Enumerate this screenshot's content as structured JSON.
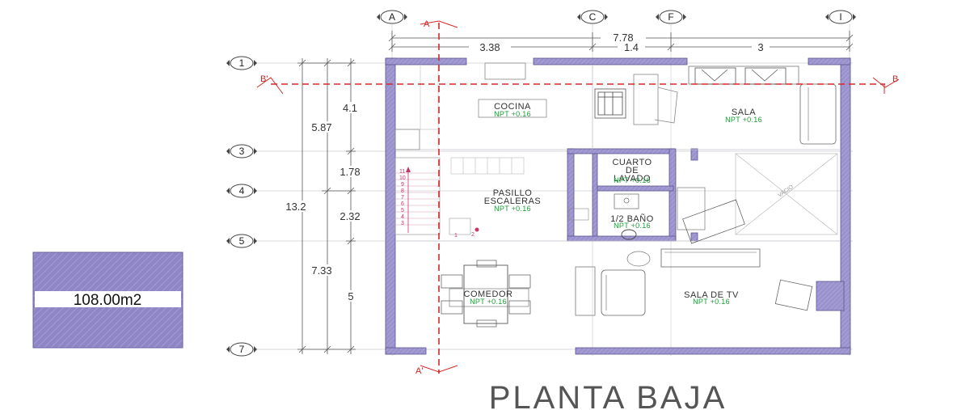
{
  "title": "PLANTA BAJA",
  "area_label": "108.00m2",
  "grid_cols": [
    "A",
    "C",
    "F",
    "I"
  ],
  "grid_rows": [
    "1",
    "3",
    "4",
    "5",
    "7"
  ],
  "top_dims": {
    "total": "7.78",
    "seg1": "3.38",
    "seg2": "1.4",
    "seg3": "3"
  },
  "left_dims": {
    "overall": "13.2",
    "mid_a": "5.87",
    "mid_b": "7.33",
    "d1": "4.1",
    "d2": "1.78",
    "d3": "2.32",
    "d4": "5"
  },
  "cut_labels": {
    "a_top": "A",
    "a_bottom": "A'",
    "b_left": "B'",
    "b_right": "B"
  },
  "rooms": {
    "cocina": "COCINA",
    "sala": "SALA",
    "cuarto_1": "CUARTO",
    "cuarto_2": "DE",
    "cuarto_3": "LAVADO",
    "pasillo_1": "PASILLO",
    "pasillo_2": "ESCALERAS",
    "bano": "1/2 BAÑO",
    "comedor": "COMEDOR",
    "sala_tv": "SALA DE TV",
    "vacio": "VACIO"
  },
  "npt": "NPT +0.16",
  "stair_numbers": [
    "11",
    "10",
    "9",
    "8",
    "7",
    "6",
    "5",
    "4",
    "3"
  ],
  "stair_extra": [
    "1",
    "2"
  ],
  "colors": {
    "wall": "#8e87c4",
    "wall_stroke": "#5a5490",
    "area_fill": "#8f86c6",
    "cut_line": "#d42a2a",
    "npt_text": "#1f9a3a",
    "stair_text": "#cc3366"
  }
}
